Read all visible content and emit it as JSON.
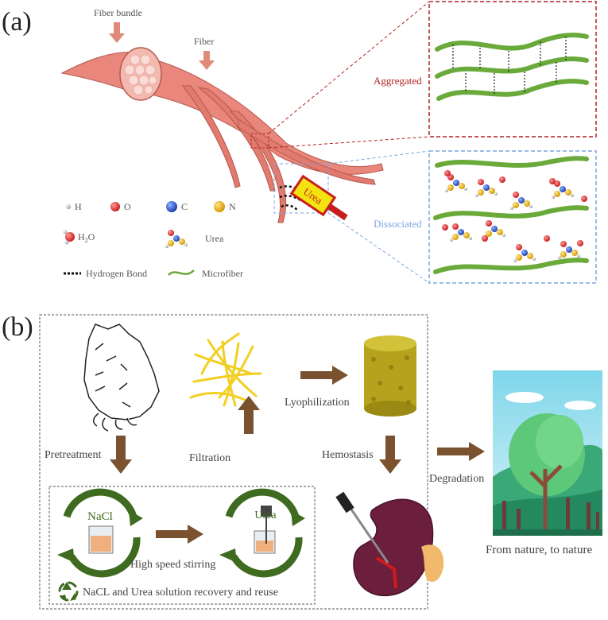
{
  "panel_a": {
    "label": "(a)",
    "fiber_bundle_label": "Fiber bundle",
    "fiber_label": "Fiber",
    "urea_tag": "Urea",
    "aggregated_label": "Aggregated",
    "dissociated_label": "Dissociated",
    "aggregated_color": "#b22222",
    "dissociated_color": "#7aa6e0",
    "legend": {
      "h": "H",
      "o": "O",
      "c": "C",
      "n": "N",
      "h2o_main": "H",
      "h2o_sub": "2",
      "h2o_tail": "O",
      "urea": "Urea",
      "hbond": "Hydrogen Bond",
      "microfiber": "Microfiber"
    }
  },
  "panel_b": {
    "label": "(b)",
    "pretreatment": "Pretreatment",
    "filtration": "Filtration",
    "lyophilization": "Lyophilization",
    "hemostasis": "Hemostasis",
    "degradation": "Degradation",
    "nacl": "NaCl",
    "urea": "Urea",
    "high_speed": "High speed stirring",
    "recovery": "NaCL and Urea solution recovery and reuse",
    "nature": "From nature, to nature",
    "arrow_color": "#7a5230",
    "cycle_color": "#3e6b1f"
  }
}
